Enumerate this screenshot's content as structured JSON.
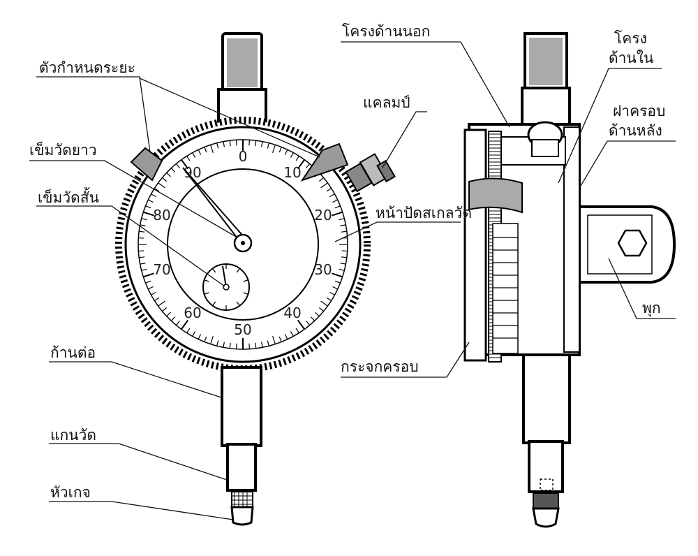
{
  "labels": {
    "range_indicator": "ตัวกำหนดระยะ",
    "long_hand": "เข็มวัดยาว",
    "short_hand": "เข็มวัดสั้น",
    "stem": "ก้านต่อ",
    "spindle": "แกนวัด",
    "contact_point": "หัวเกจ",
    "outer_frame": "โครงด้านนอก",
    "clamp": "แคลมป์",
    "dial_face": "หน้าปัดสเกลวัด",
    "crystal": "กระจกครอบ",
    "inner_frame_line1": "โครง",
    "inner_frame_line2": "ด้านใน",
    "back_cover_line1": "ฝาครอบ",
    "back_cover_line2": "ด้านหลัง",
    "lug": "พุก"
  },
  "dial": {
    "numbers": [
      "0",
      "10",
      "20",
      "30",
      "40",
      "50",
      "60",
      "70",
      "80",
      "90"
    ]
  }
}
